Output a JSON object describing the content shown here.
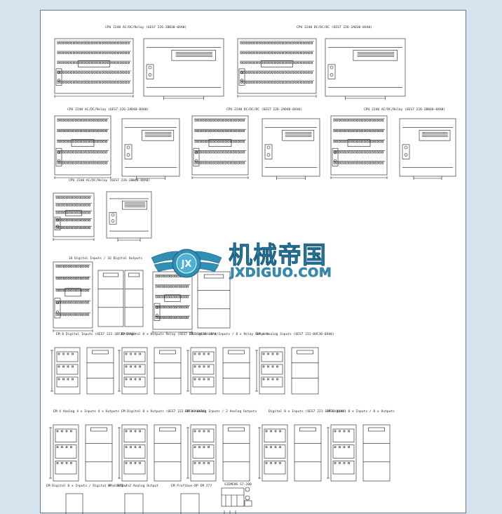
{
  "sheet": {
    "name": "plc-module-dimension-drawings"
  },
  "captions": [
    "CPU 2240 AC/DC/Relay (6ES7 226-2BB30-0XA0)",
    "CPU 2240 DC/DC/DC (6ES7 226-2AD30-0XA0)",
    "CPU 2240 AC/DC/Relay (6ES7 226-2AD40-0XA0)",
    "CPU 2240 DC/DC/DC (6ES7 226-2AD40-0XA0)",
    "CPU 2240 AC/DC/Relay (6ES7 226-2BB40-0XA0)",
    "CPU 2240 AC/DC/Relay (6ES7 226-2BB40-0XA0)",
    "16 Digital Inputs / 16 Digital Outputs",
    "EM 8 Digital Inputs (6ES7 221-1BF30-0XA0)",
    "EM Digital 8 x Outputs Relay (6ES7 222-1HF30-0XA0)",
    "EM Digital 8 x Inputs / 8 x Relay Outputs",
    "EM 4 Analog Inputs (6ES7 231-0HC30-0XA0)",
    "EM 4 Analog 4 x Inputs 4 x Outputs",
    "EM Digital 8 x Outputs (6ES7 222-1BF30-0XA0)",
    "EM 4 Analog Inputs / 2 Analog Outputs",
    "Digital 8 x Inputs (6ES7 221-1BF30-0XA0)",
    "EM Digital 8 x Inputs / 8 x Outputs",
    "EM Digital 8 x Inputs / Digital 8 x Outputs",
    "EM 4 RTD / 2 Analog Output",
    "EM Profibus-DP EM 277",
    "SIEMENS S7-200"
  ],
  "watermark": {
    "title_cn": "机械帝国",
    "url": "JXDIGUO.COM",
    "emblem_text": "JX"
  },
  "colors": {
    "page_bg": "#d6e4f0",
    "sheet_bg": "#ffffff",
    "line": "#1a1a1a",
    "watermark": "#2f8fb5"
  }
}
